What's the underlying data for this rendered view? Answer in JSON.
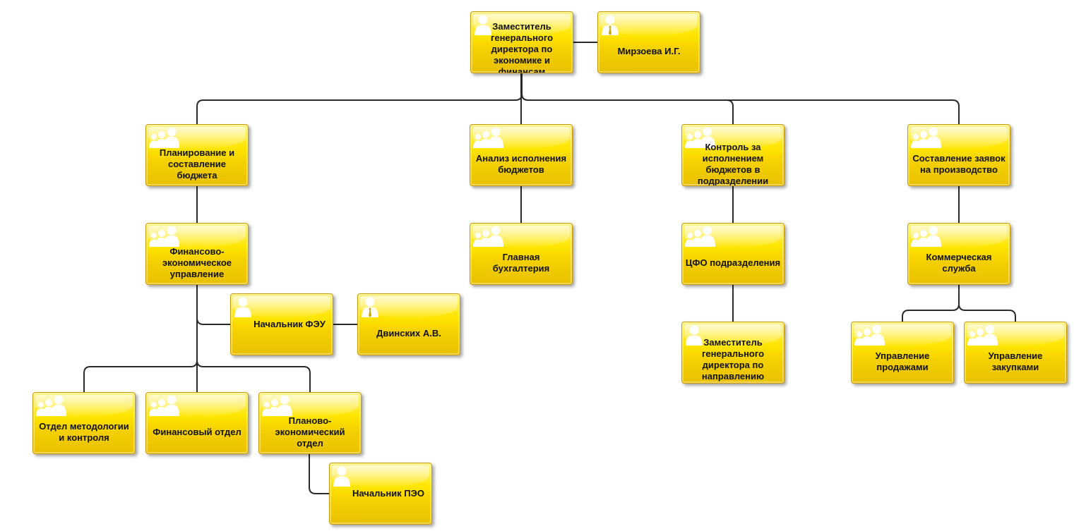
{
  "colors": {
    "node_fill": "#ffe600",
    "node_border": "#c89a00",
    "connector": "#2a2a2a",
    "icon": "#ffffff",
    "text": "#111111"
  },
  "nodes": [
    {
      "key": "deputy_econ",
      "kind": "person",
      "label": "Заместитель генерального директора по экономике и финансам"
    },
    {
      "key": "mirzoeva",
      "kind": "manager",
      "label": "Мирзоева И.Г."
    },
    {
      "key": "planning",
      "kind": "group",
      "label": "Планирование и составление бюджета"
    },
    {
      "key": "analysis",
      "kind": "group",
      "label": "Анализ исполнения бюджетов"
    },
    {
      "key": "control",
      "kind": "group",
      "label": "Контроль за исполнением бюджетов в подразделении"
    },
    {
      "key": "requests",
      "kind": "group",
      "label": "Составление заявок на производство"
    },
    {
      "key": "feu",
      "kind": "group",
      "label": "Финансово-экономическое управление"
    },
    {
      "key": "accounting",
      "kind": "group",
      "label": "Главная бухгалтерия"
    },
    {
      "key": "cfo",
      "kind": "group",
      "label": "ЦФО подразделения"
    },
    {
      "key": "commercial",
      "kind": "group",
      "label": "Коммерческая служба"
    },
    {
      "key": "head_feu",
      "kind": "person",
      "label": "Начальник ФЭУ"
    },
    {
      "key": "dvinskikh",
      "kind": "manager",
      "label": "Двинских А.В."
    },
    {
      "key": "deputy_dir",
      "kind": "person",
      "label": "Заместитель генерального директора по направлению"
    },
    {
      "key": "sales",
      "kind": "group",
      "label": "Управление продажами"
    },
    {
      "key": "purchases",
      "kind": "group",
      "label": "Управление закупками"
    },
    {
      "key": "methodology",
      "kind": "group",
      "label": "Отдел методологии и контроля"
    },
    {
      "key": "finance_dept",
      "kind": "group",
      "label": "Финансовый отдел"
    },
    {
      "key": "peo",
      "kind": "group",
      "label": "Планово-экономический отдел"
    },
    {
      "key": "head_peo",
      "kind": "person",
      "label": "Начальник ПЭО"
    }
  ],
  "links": [
    {
      "from": "deputy_econ",
      "to": "mirzoeva",
      "type": "assistant"
    },
    {
      "from": "deputy_econ",
      "to": "planning",
      "type": "child"
    },
    {
      "from": "deputy_econ",
      "to": "analysis",
      "type": "child"
    },
    {
      "from": "deputy_econ",
      "to": "control",
      "type": "child"
    },
    {
      "from": "deputy_econ",
      "to": "requests",
      "type": "child"
    },
    {
      "from": "planning",
      "to": "feu",
      "type": "child"
    },
    {
      "from": "analysis",
      "to": "accounting",
      "type": "child"
    },
    {
      "from": "control",
      "to": "cfo",
      "type": "child"
    },
    {
      "from": "requests",
      "to": "commercial",
      "type": "child"
    },
    {
      "from": "feu",
      "to": "head_feu",
      "type": "assistant"
    },
    {
      "from": "head_feu",
      "to": "dvinskikh",
      "type": "assistant"
    },
    {
      "from": "feu",
      "to": "methodology",
      "type": "child"
    },
    {
      "from": "feu",
      "to": "finance_dept",
      "type": "child"
    },
    {
      "from": "feu",
      "to": "peo",
      "type": "child"
    },
    {
      "from": "cfo",
      "to": "deputy_dir",
      "type": "child"
    },
    {
      "from": "commercial",
      "to": "sales",
      "type": "child"
    },
    {
      "from": "commercial",
      "to": "purchases",
      "type": "child"
    },
    {
      "from": "peo",
      "to": "head_peo",
      "type": "assistant"
    }
  ]
}
